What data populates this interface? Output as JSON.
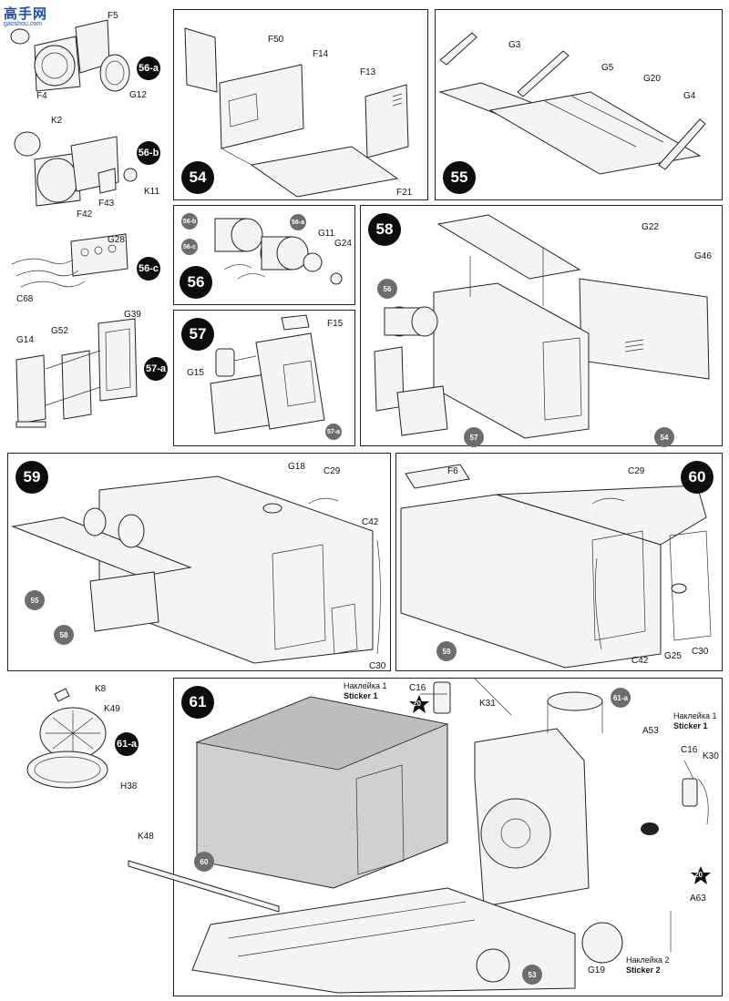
{
  "watermark": {
    "text": "高手网",
    "url": "gaoshou.com"
  },
  "steps": {
    "s54": "54",
    "s55": "55",
    "s56": "56",
    "s57": "57",
    "s58": "58",
    "s59": "59",
    "s60": "60",
    "s61": "61",
    "s56a": "56-a",
    "s56b": "56-b",
    "s56c": "56-c",
    "s57a": "57-a",
    "s61a": "61-a"
  },
  "parts_56a": [
    "F5",
    "F4",
    "G12"
  ],
  "parts_56b": [
    "K2",
    "F43",
    "K11",
    "F42"
  ],
  "parts_56c": [
    "G28",
    "C68"
  ],
  "parts_57a": [
    "G39",
    "G14",
    "G52"
  ],
  "parts_54": [
    "F50",
    "F14",
    "F13",
    "F21"
  ],
  "parts_55": [
    "G3",
    "G5",
    "G20",
    "G4"
  ],
  "parts_56": [
    "G11",
    "G24"
  ],
  "refs_56": [
    "56-b",
    "56-a",
    "56-c"
  ],
  "parts_57": [
    "F15",
    "G15"
  ],
  "refs_57": [
    "57-a"
  ],
  "parts_58": [
    "G22",
    "G46"
  ],
  "refs_58": [
    "56",
    "57",
    "54"
  ],
  "parts_59": [
    "G18",
    "C29",
    "C42",
    "C30"
  ],
  "refs_59": [
    "55",
    "58"
  ],
  "parts_60": [
    "F6",
    "C29",
    "C42",
    "G25",
    "C30"
  ],
  "refs_60": [
    "59"
  ],
  "parts_61a": [
    "K8",
    "K49",
    "H38"
  ],
  "parts_61": [
    "C16",
    "K31",
    "A53",
    "C16",
    "K30",
    "K48",
    "G19",
    "A63"
  ],
  "refs_61": [
    "61-a",
    "60",
    "53"
  ],
  "stickers": {
    "s1_ru": "Наклейка 1",
    "s1_en": "Sticker 1",
    "s1b_ru": "Наклейка 1",
    "s1b_en": "Sticker 1",
    "s2_ru": "Наклейка 2",
    "s2_en": "Sticker 2",
    "num_a": "20",
    "num_b": "20"
  }
}
